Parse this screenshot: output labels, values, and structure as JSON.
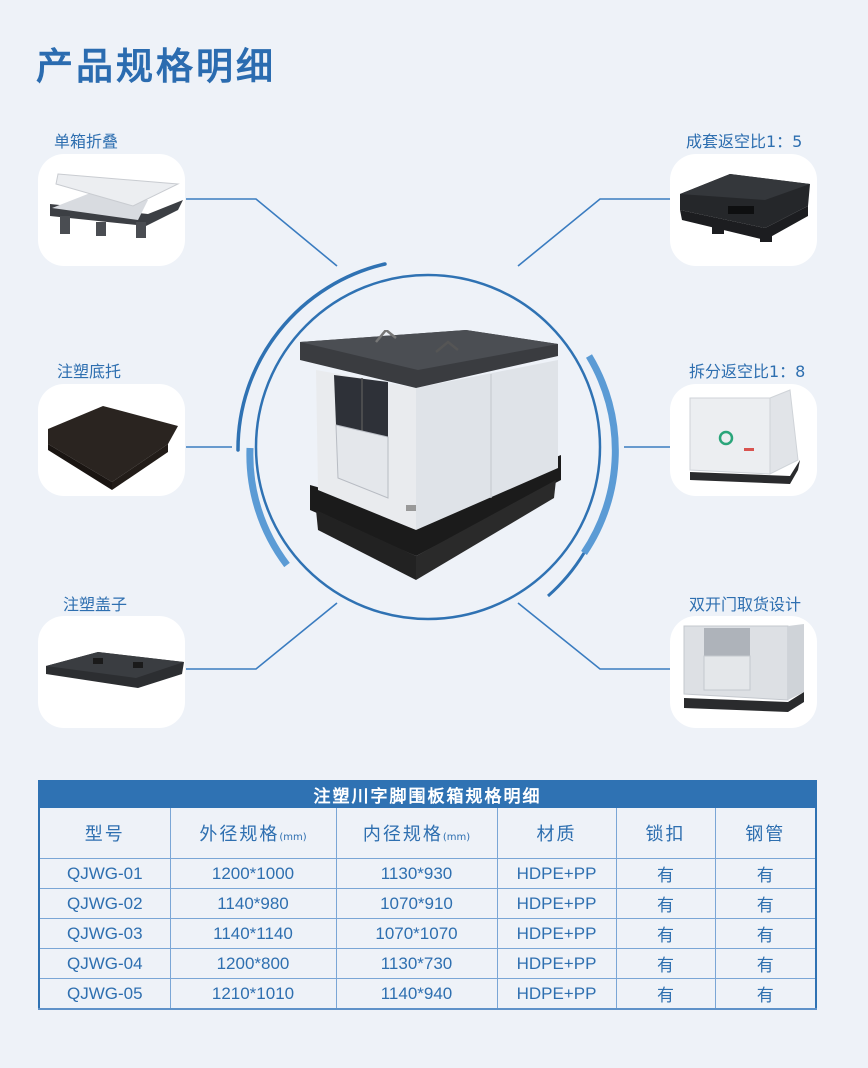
{
  "page": {
    "title": "产品规格明细",
    "colors": {
      "accent": "#2b6cb0",
      "background": "#eef2f8",
      "table_header": "#2f72b3",
      "arc_light": "#5b9bd5"
    }
  },
  "features": {
    "left": [
      {
        "label": "单箱折叠",
        "image": "folded-single-box"
      },
      {
        "label": "注塑底托",
        "image": "injection-molded-pallet-base"
      },
      {
        "label": "注塑盖子",
        "image": "injection-molded-lid"
      }
    ],
    "right": [
      {
        "label": "成套返空比1：5",
        "image": "stacked-folded-set"
      },
      {
        "label": "拆分返空比1：8",
        "image": "disassembled-sleeve-box"
      },
      {
        "label": "双开门取货设计",
        "image": "double-door-box"
      }
    ],
    "center_image": "pallet-sleeve-box-with-lid"
  },
  "table": {
    "caption": "注塑川字脚围板箱规格明细",
    "headers": [
      {
        "label": "型号",
        "unit": ""
      },
      {
        "label": "外径规格",
        "unit": "(mm)"
      },
      {
        "label": "内径规格",
        "unit": "(mm)"
      },
      {
        "label": "材质",
        "unit": ""
      },
      {
        "label": "锁扣",
        "unit": ""
      },
      {
        "label": "钢管",
        "unit": ""
      }
    ],
    "rows": [
      {
        "model": "QJWG-01",
        "outer": "1200*1000",
        "inner": "1130*930",
        "material": "HDPE+PP",
        "lock": "有",
        "steel": "有"
      },
      {
        "model": "QJWG-02",
        "outer": "1140*980",
        "inner": "1070*910",
        "material": "HDPE+PP",
        "lock": "有",
        "steel": "有"
      },
      {
        "model": "QJWG-03",
        "outer": "1140*1140",
        "inner": "1070*1070",
        "material": "HDPE+PP",
        "lock": "有",
        "steel": "有"
      },
      {
        "model": "QJWG-04",
        "outer": "1200*800",
        "inner": "1130*730",
        "material": "HDPE+PP",
        "lock": "有",
        "steel": "有"
      },
      {
        "model": "QJWG-05",
        "outer": "1210*1010",
        "inner": "1140*940",
        "material": "HDPE+PP",
        "lock": "有",
        "steel": "有"
      }
    ]
  }
}
